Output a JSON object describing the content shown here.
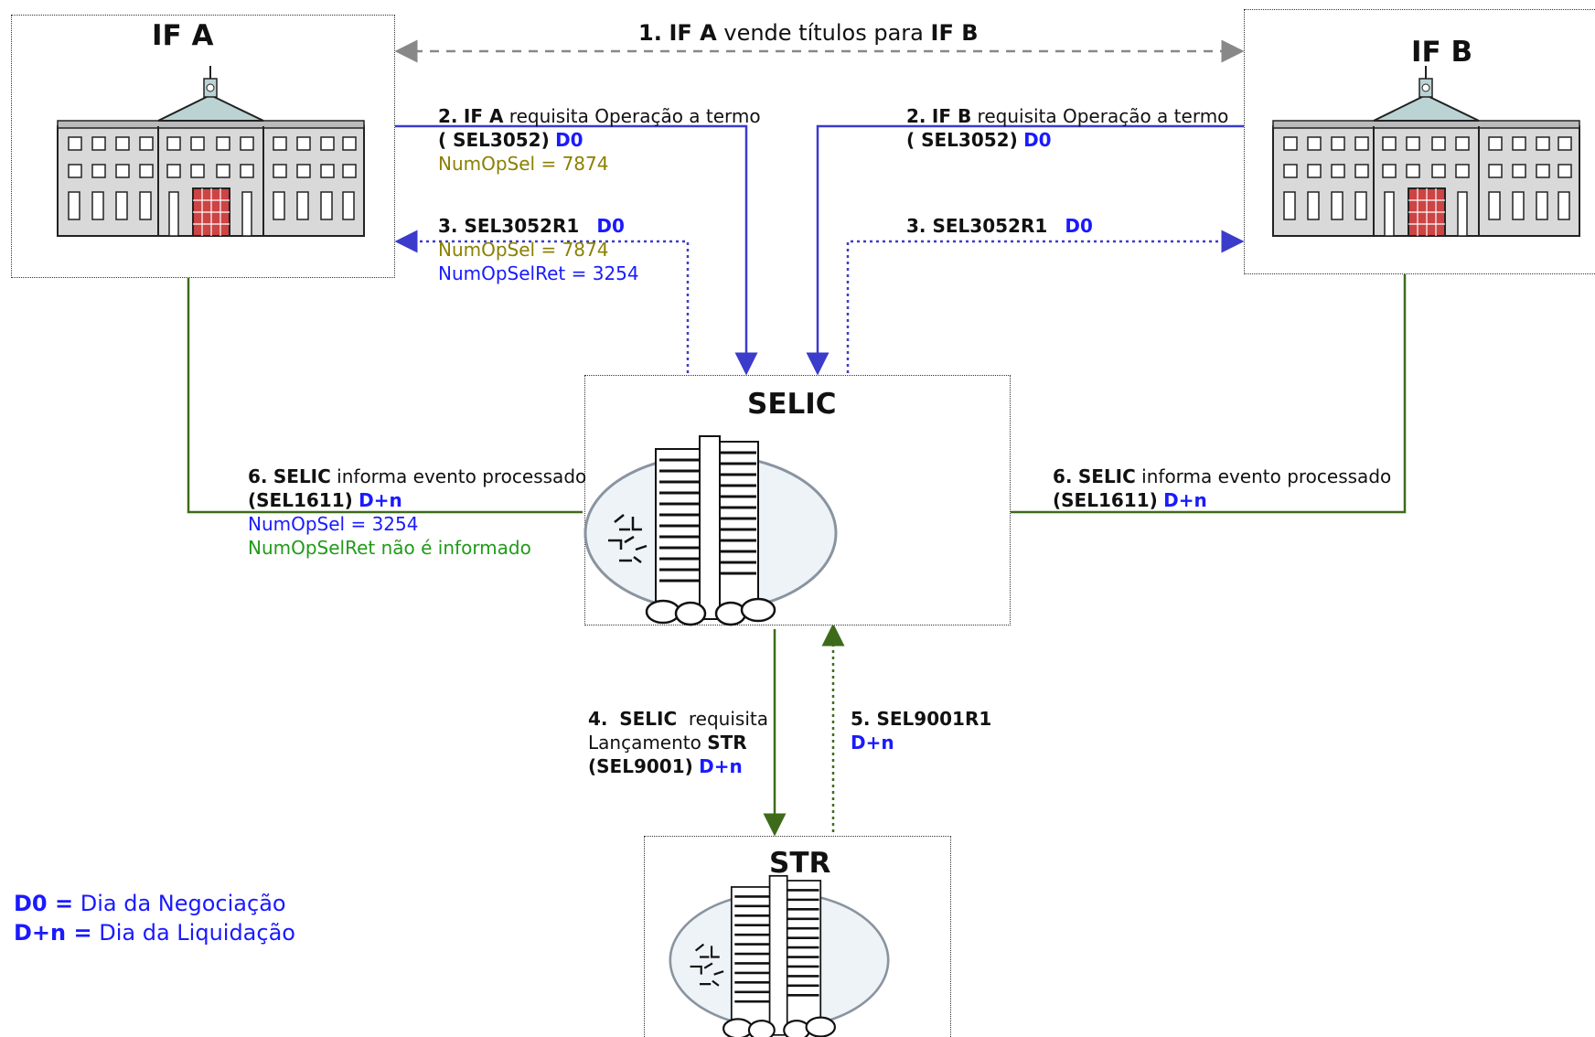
{
  "boxes": {
    "if_a": "IF A",
    "if_b": "IF B",
    "selic": "SELIC",
    "str": "STR"
  },
  "steps": {
    "s1": {
      "num": "1.",
      "from": "IF A",
      "text": "vende títulos para",
      "to": "IF B"
    },
    "s2a": {
      "num": "2.",
      "actor": "IF A",
      "text": "requisita Operação a termo",
      "msg": "( SEL3052)",
      "day": "D0",
      "extra": "NumOpSel = 7874"
    },
    "s2b": {
      "num": "2.",
      "actor": "IF B",
      "text": "requisita Operação a termo",
      "msg": "( SEL3052)",
      "day": "D0"
    },
    "s3a": {
      "msg": "3. SEL3052R1",
      "day": "D0",
      "extra1": "NumOpSel = 7874",
      "extra2": "NumOpSelRet = 3254"
    },
    "s3b": {
      "msg": "3. SEL3052R1",
      "day": "D0"
    },
    "s4": {
      "num": "4.",
      "actor": "SELIC",
      "text": "requisita",
      "line2": "Lançamento",
      "target": "STR",
      "msg": "(SEL9001)",
      "day": "D+n"
    },
    "s5": {
      "msg": "5. SEL9001R1",
      "day": "D+n"
    },
    "s6a": {
      "num": "6.",
      "actor": "SELIC",
      "text": "informa evento processado",
      "msg": "(SEL1611)",
      "day": "D+n",
      "extra1": "NumOpSel = 3254",
      "extra2": "NumOpSelRet não é informado"
    },
    "s6b": {
      "num": "6.",
      "actor": "SELIC",
      "text": "informa evento processado",
      "msg": "(SEL1611)",
      "day": "D+n"
    }
  },
  "legend": {
    "d0_key": "D0 =",
    "d0_text": "Dia da Negociação",
    "dn_key": "D+n =",
    "dn_text": "Dia da Liquidação"
  },
  "colors": {
    "blue_arrow": "#3b3bcc",
    "green_arrow": "#3d6b1a",
    "gray_arrow": "#888888",
    "blue_text": "#1a1aff",
    "olive_text": "#8b8000",
    "green_text": "#219a1a"
  }
}
